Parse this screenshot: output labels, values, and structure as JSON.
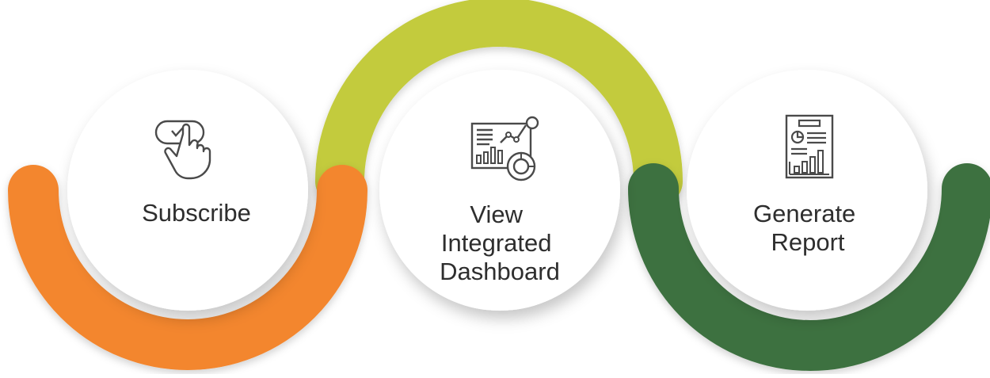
{
  "steps": [
    {
      "label_lines": [
        "Subscribe"
      ],
      "icon": "touch-checkbox-icon",
      "arc_color": "#f3862e"
    },
    {
      "label_lines": [
        "View",
        "Integrated",
        "Dashboard"
      ],
      "icon": "dashboard-analytics-icon",
      "arc_color": "#c3cb3e"
    },
    {
      "label_lines": [
        "Generate",
        "Report"
      ],
      "icon": "report-document-icon",
      "arc_color": "#3e7140"
    }
  ],
  "colors": {
    "label_text": "#2e2e2e",
    "icon_stroke": "#4a4a4a",
    "circle_fill": "#ffffff"
  }
}
